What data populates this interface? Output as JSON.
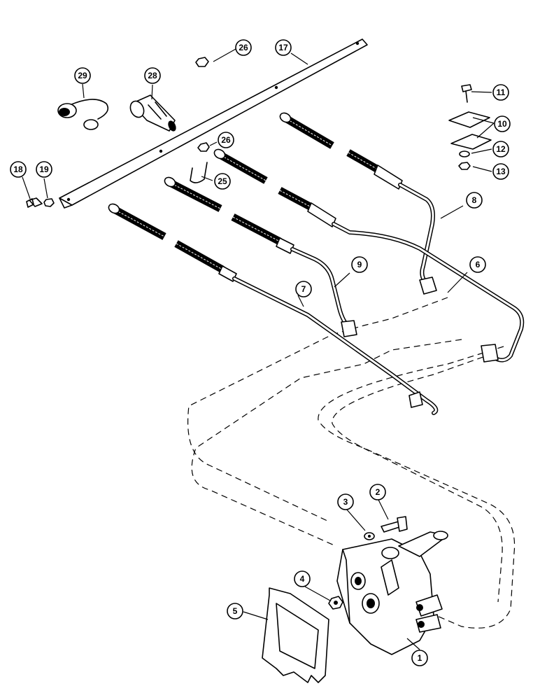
{
  "diagram": {
    "callouts": [
      {
        "label": "1"
      },
      {
        "label": "2"
      },
      {
        "label": "3"
      },
      {
        "label": "4"
      },
      {
        "label": "5"
      },
      {
        "label": "6"
      },
      {
        "label": "7"
      },
      {
        "label": "8"
      },
      {
        "label": "9"
      },
      {
        "label": "10"
      },
      {
        "label": "11"
      },
      {
        "label": "12"
      },
      {
        "label": "13"
      },
      {
        "label": "17"
      },
      {
        "label": "18"
      },
      {
        "label": "19"
      },
      {
        "label": "25"
      },
      {
        "label": "26"
      },
      {
        "label": "26"
      },
      {
        "label": "28"
      },
      {
        "label": "29"
      }
    ]
  }
}
